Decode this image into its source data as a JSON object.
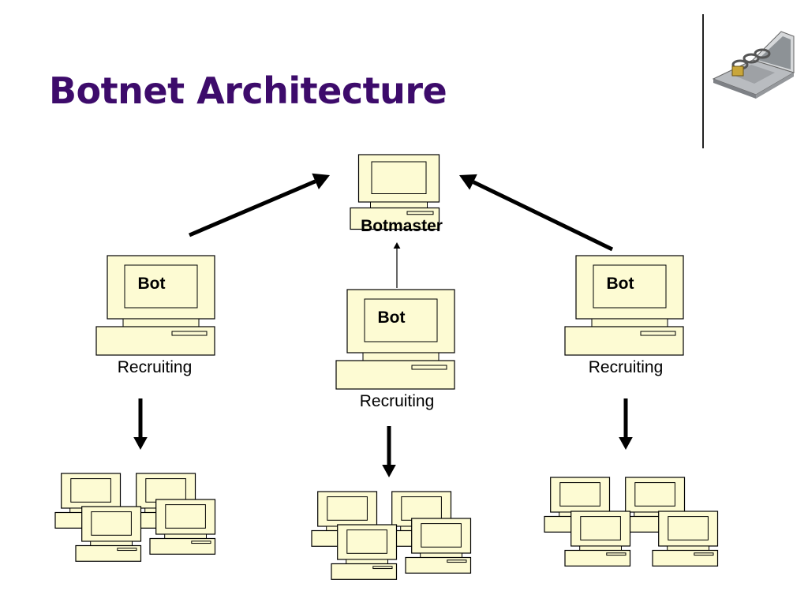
{
  "slide": {
    "title": "Botnet Architecture"
  },
  "diagram": {
    "botmaster_label": "Botmaster",
    "bots": [
      {
        "screen_label": "Bot",
        "caption": "Recruiting"
      },
      {
        "screen_label": "Bot",
        "caption": "Recruiting"
      },
      {
        "screen_label": "Bot",
        "caption": "Recruiting"
      }
    ],
    "colors": {
      "computer_fill": "#fdfbd3",
      "stroke": "#000000",
      "title": "#3d0b6b"
    }
  }
}
